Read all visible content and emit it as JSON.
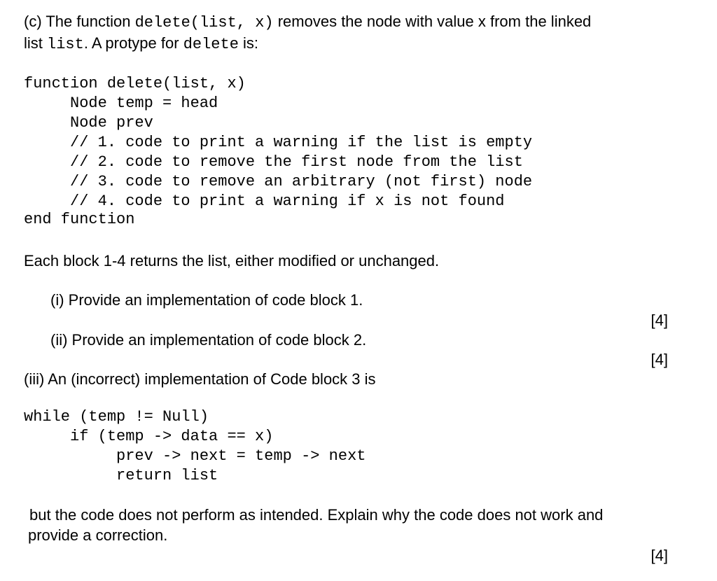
{
  "part_c": {
    "line1": {
      "t1": "(c) The function ",
      "c1": "delete(list, x)",
      "t2": " removes the node with value x from the linked"
    },
    "line2": {
      "t1": "list ",
      "c1": "list",
      "t2": ". A protype for ",
      "c2": "delete",
      "t3": " is:"
    }
  },
  "prototype_code": [
    "function delete(list, x)",
    "     Node temp = head",
    "     Node prev",
    "     // 1. code to print a warning if the list is empty",
    "     // 2. code to remove the first node from the list",
    "     // 3. code to remove an arbitrary (not first) node",
    "     // 4. code to print a warning if x is not found",
    "end function"
  ],
  "blocks_note": "Each block 1-4 returns the list, either modified or unchanged.",
  "question_i": "(i) Provide an implementation of code block 1.",
  "mark_i": "[4]",
  "question_ii": "(ii) Provide an implementation of code block 2.",
  "mark_ii": "[4]",
  "question_iii": "(iii) An (incorrect) implementation of Code block 3 is",
  "incorrect_code": [
    "while (temp != Null)",
    "     if (temp -> data == x)",
    "          prev -> next = temp -> next",
    "          return list"
  ],
  "explain_line1": "but the code does not perform as intended. Explain why the code does not work and",
  "explain_line2": "provide a correction.",
  "mark_iii": "[4]"
}
